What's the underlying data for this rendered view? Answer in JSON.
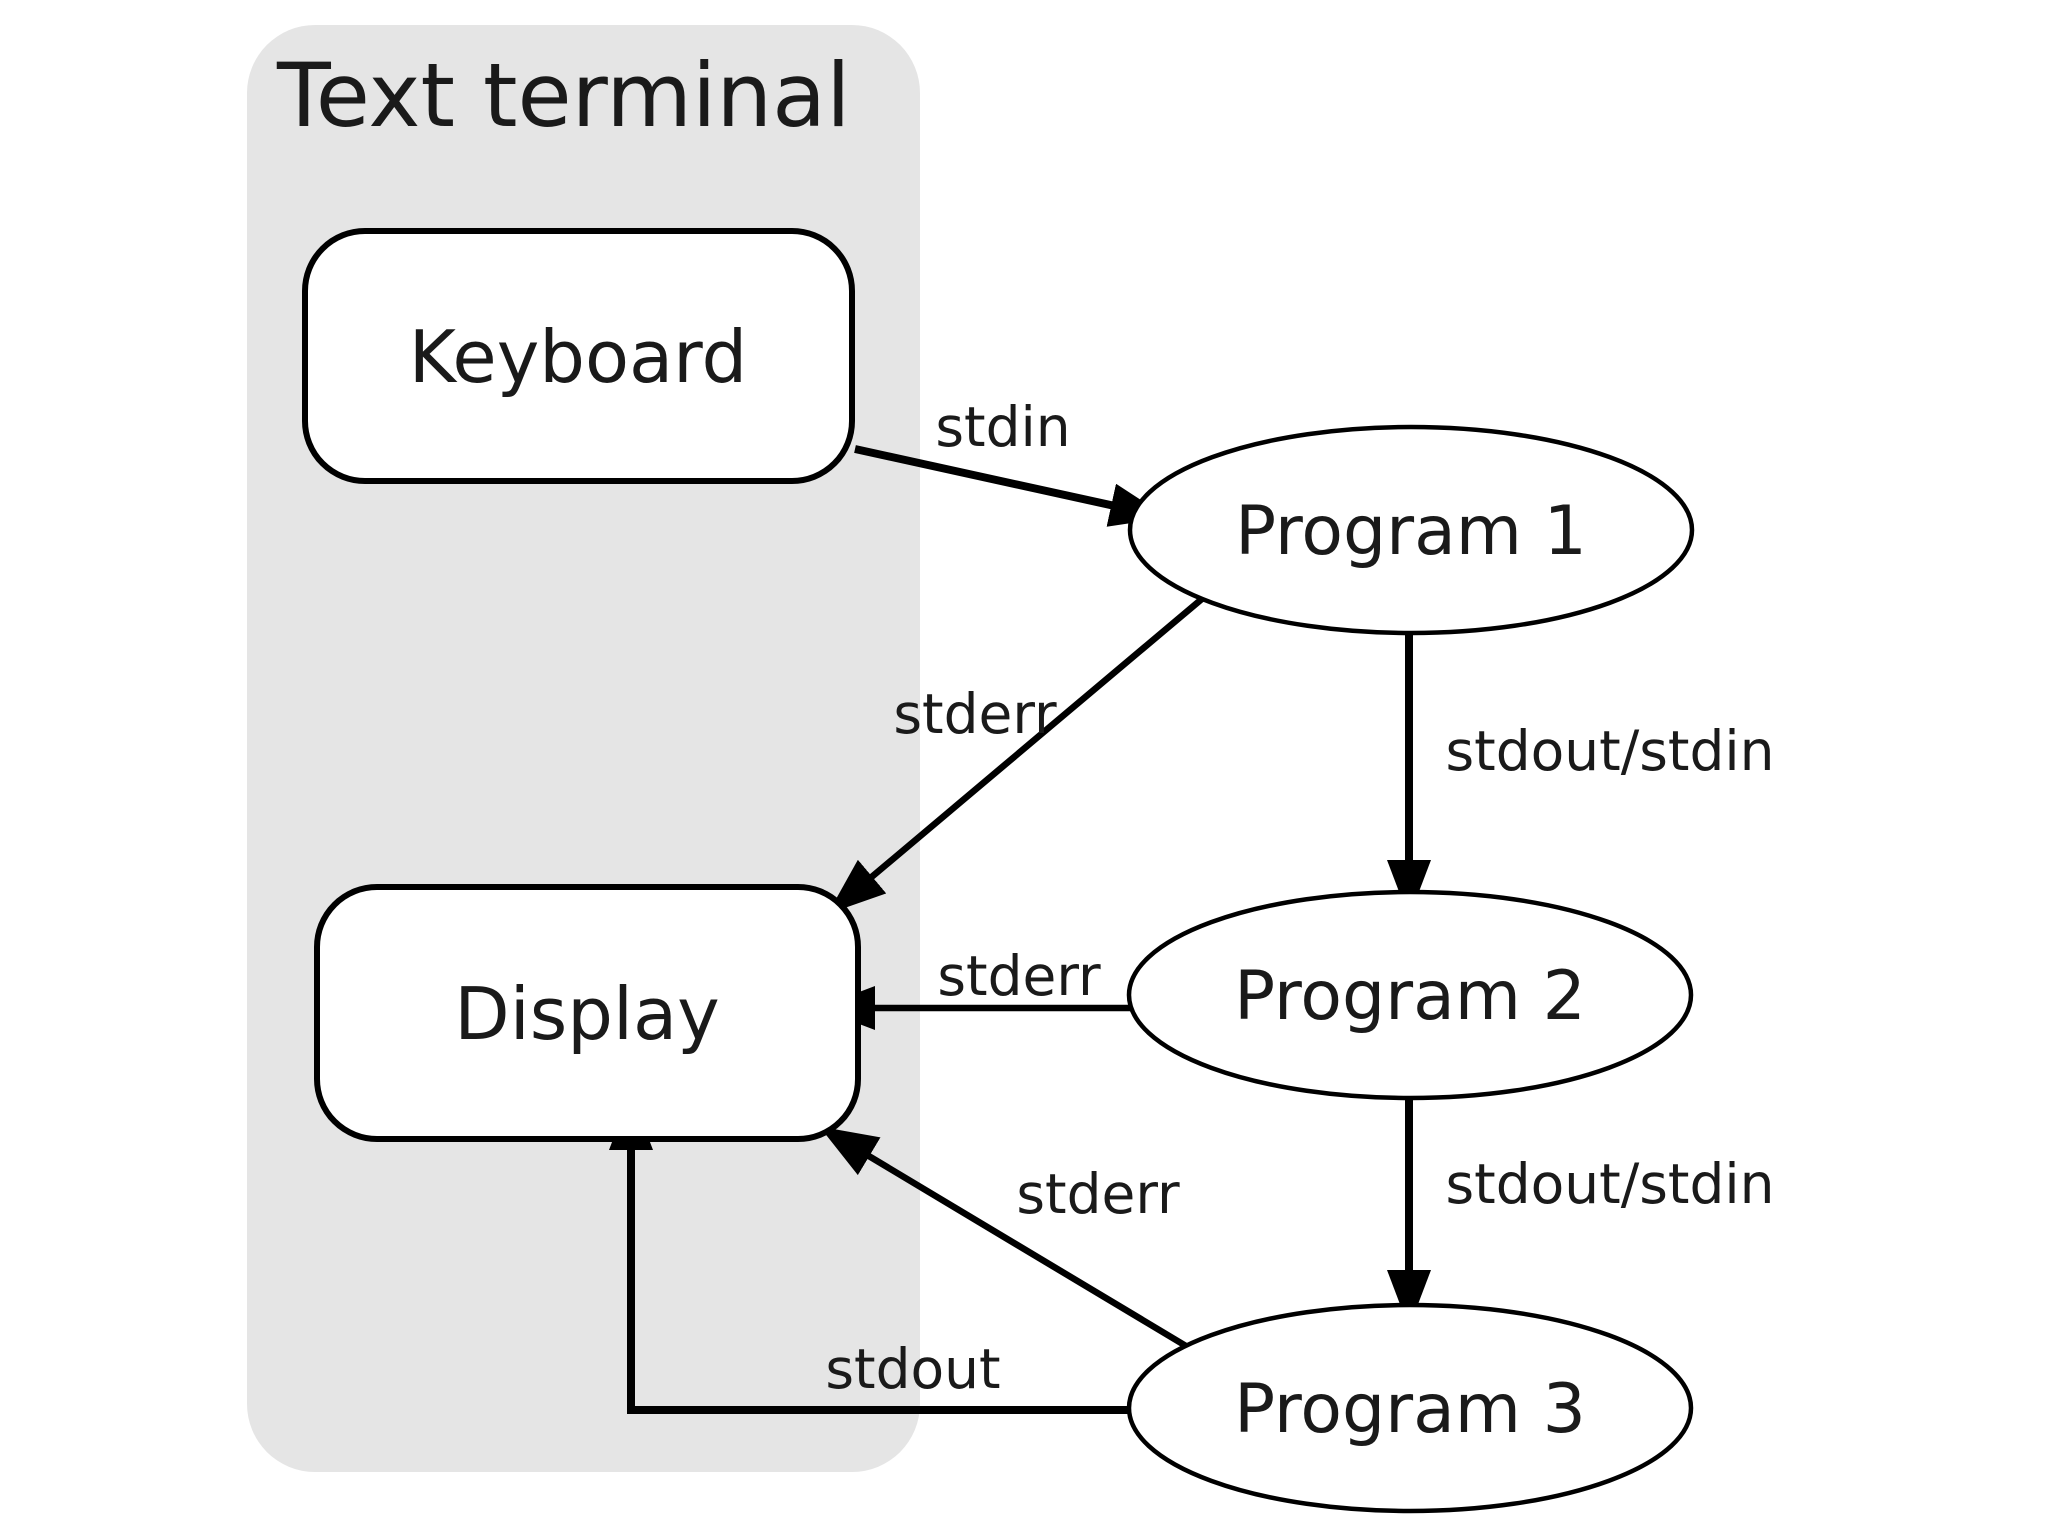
{
  "diagram": {
    "title": "Text terminal",
    "colors": {
      "background": "#ffffff",
      "panel_fill": "#e5e5e5",
      "node_fill": "#ffffff",
      "stroke": "#000000"
    },
    "nodes": {
      "keyboard": {
        "label": "Keyboard",
        "shape": "rounded-rect",
        "inside_panel": true
      },
      "display": {
        "label": "Display",
        "shape": "rounded-rect",
        "inside_panel": true
      },
      "program1": {
        "label": "Program 1",
        "shape": "ellipse"
      },
      "program2": {
        "label": "Program 2",
        "shape": "ellipse"
      },
      "program3": {
        "label": "Program 3",
        "shape": "ellipse"
      }
    },
    "edges": {
      "stdin": {
        "label": "stdin",
        "from": "Keyboard",
        "to": "Program 1"
      },
      "stderr_p1": {
        "label": "stderr",
        "from": "Program 1",
        "to": "Display"
      },
      "stdout_stdin_1": {
        "label": "stdout/stdin",
        "from": "Program 1",
        "to": "Program 2"
      },
      "stderr_p2": {
        "label": "stderr",
        "from": "Program 2",
        "to": "Display"
      },
      "stdout_stdin_2": {
        "label": "stdout/stdin",
        "from": "Program 2",
        "to": "Program 3"
      },
      "stderr_p3": {
        "label": "stderr",
        "from": "Program 3",
        "to": "Display"
      },
      "stdout": {
        "label": "stdout",
        "from": "Program 3",
        "to": "Display"
      }
    }
  }
}
